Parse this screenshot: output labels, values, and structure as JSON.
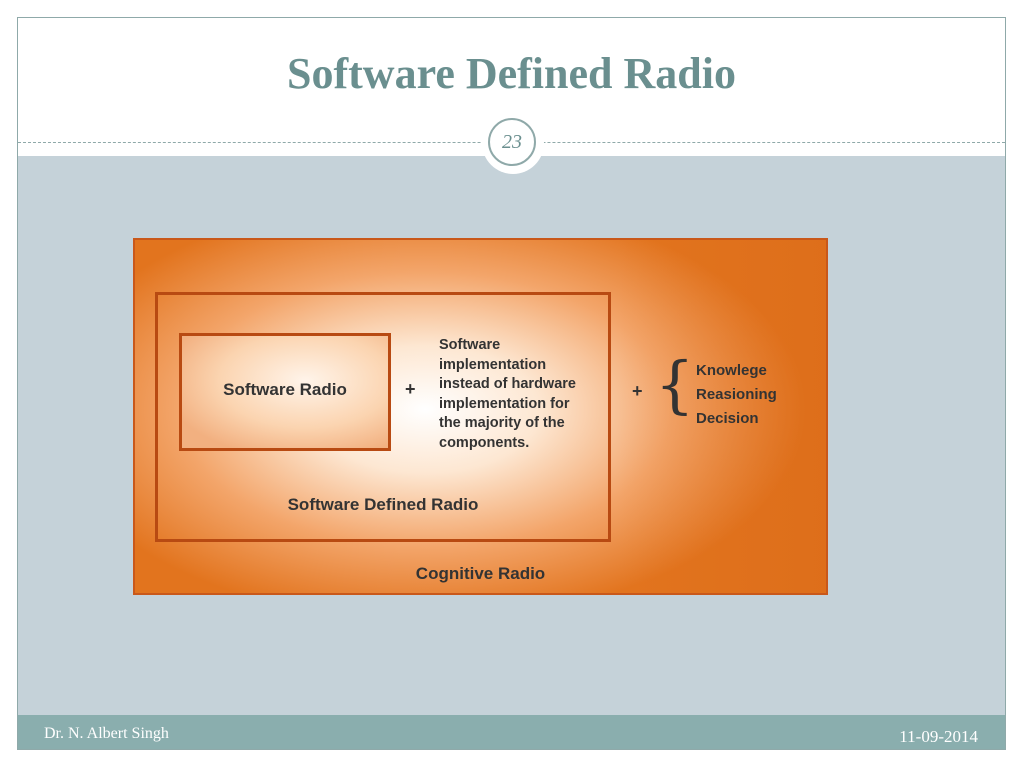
{
  "slide": {
    "title": "Software Defined Radio",
    "page_number": "23",
    "footer_left": "Dr. N. Albert Singh",
    "footer_right": "11-09-2014"
  },
  "diagram": {
    "software_radio": "Software Radio",
    "plus": "+",
    "implementation_lines": [
      "Software",
      "implementation",
      "instead of hardware",
      "implementation for",
      "the majority of the",
      "components."
    ],
    "software_defined_radio": "Software Defined Radio",
    "brace": "{",
    "cognitive_items": [
      "Knowlege",
      "Reasioning",
      "Decision"
    ],
    "cognitive_radio": "Cognitive Radio"
  },
  "colors": {
    "title": "#6a8f8f",
    "footer_bar": "#8aaeae",
    "content_background": "#c5d2d9",
    "diagram_orange": "#e2741e",
    "box_border": "#b84a12"
  }
}
